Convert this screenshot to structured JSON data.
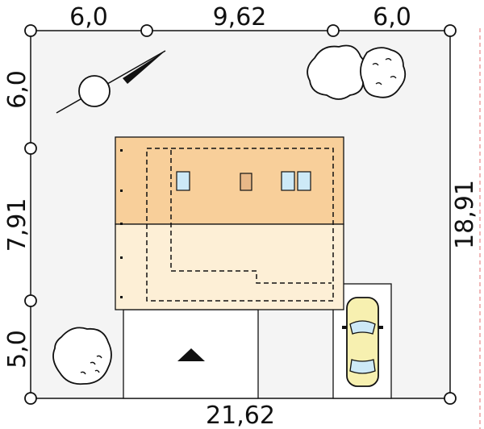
{
  "dimensions": {
    "top": [
      "6,0",
      "9,62",
      "6,0"
    ],
    "bottom": "21,62",
    "left": [
      "6,0",
      "7,91",
      "5,0"
    ],
    "right": "18,91"
  },
  "colors": {
    "plot_fill": "#f4f4f4",
    "roof_dark": "#f8cf9a",
    "roof_light": "#fdefd6",
    "window": "#cde9f7",
    "door": "#e8b888",
    "car": "#f7f0b0",
    "outline": "#111111",
    "property_line": "#e07070"
  },
  "icons": [
    "compass-icon",
    "tree-icon",
    "car-icon",
    "entrance-arrow-icon"
  ]
}
